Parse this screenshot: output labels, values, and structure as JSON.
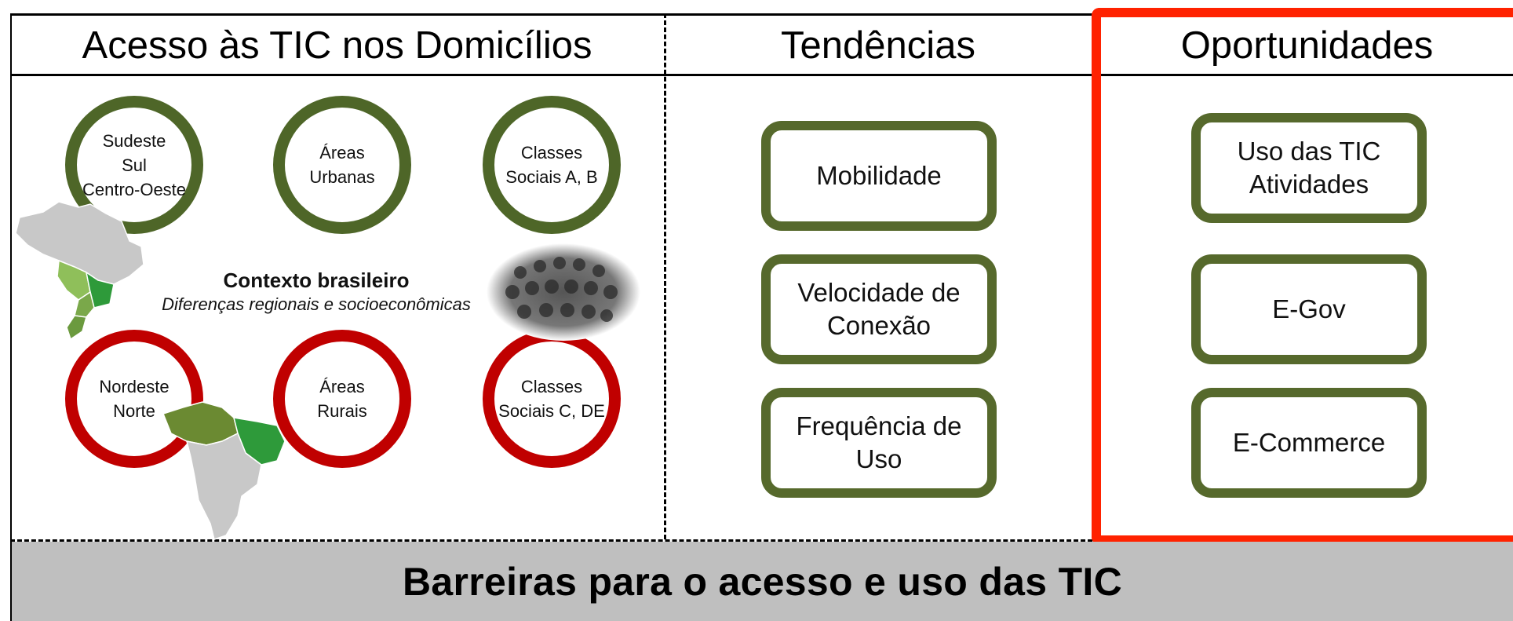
{
  "columns": {
    "access": {
      "title": "Acesso às TIC nos Domicílios"
    },
    "trends": {
      "title": "Tendências"
    },
    "opportunities": {
      "title": "Oportunidades"
    }
  },
  "circles_top": [
    {
      "label": "Sudeste\nSul\nCentro-Oeste",
      "color": "#4e6628"
    },
    {
      "label": "Áreas\nUrbanas",
      "color": "#4e6628"
    },
    {
      "label": "Classes\nSociais A, B",
      "color": "#4e6628"
    }
  ],
  "circles_bottom": [
    {
      "label": "Nordeste\nNorte",
      "color": "#c00000"
    },
    {
      "label": "Áreas\nRurais",
      "color": "#c00000"
    },
    {
      "label": "Classes\nSociais C, DE",
      "color": "#c00000"
    }
  ],
  "context": {
    "title": "Contexto brasileiro",
    "subtitle": "Diferenças regionais e socioeconômicas"
  },
  "trends": [
    {
      "label": "Mobilidade"
    },
    {
      "label": "Velocidade de\nConexão"
    },
    {
      "label": "Frequência de\nUso"
    }
  ],
  "opportunities": [
    {
      "label": "Uso das TIC\nAtividades"
    },
    {
      "label": "E-Gov"
    },
    {
      "label": "E-Commerce"
    }
  ],
  "footer": {
    "label": "Barreiras para o acesso e uso das TIC"
  },
  "colors": {
    "green_border": "#4e6628",
    "red_border": "#c00000",
    "highlight": "#ff2200",
    "footer_bg": "#bfbfbf"
  }
}
